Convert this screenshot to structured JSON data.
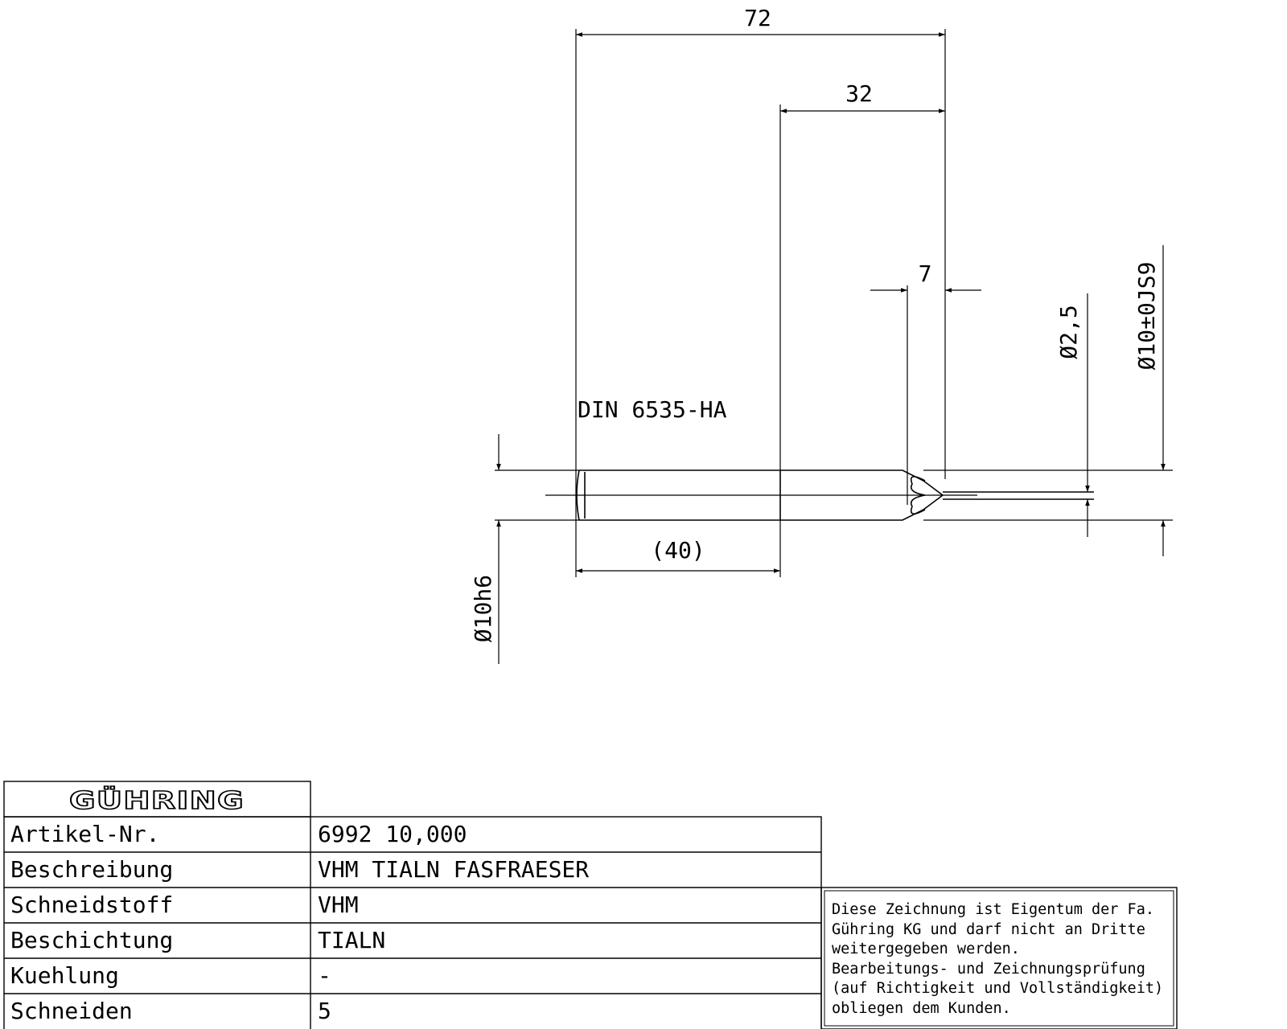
{
  "dimensions": {
    "overall_length": "72",
    "cutting_length": "32",
    "tip_length": "7",
    "shank_length": "(40)",
    "tip_diameter": "Ø2,5",
    "cutting_diameter": "Ø10±0JS9",
    "shank_diameter": "Ø10h6"
  },
  "shank_standard": "DIN 6535-HA",
  "title_block": {
    "logo_text": "GÜHRING",
    "rows": [
      {
        "label": "Artikel-Nr.",
        "value": "6992 10,000"
      },
      {
        "label": "Beschreibung",
        "value": "VHM TIALN FASFRAESER"
      },
      {
        "label": "Schneidstoff",
        "value": "VHM"
      },
      {
        "label": "Beschichtung",
        "value": "TIALN"
      },
      {
        "label": "Kuehlung",
        "value": "-"
      },
      {
        "label": "Schneiden",
        "value": "5"
      }
    ]
  },
  "notice": {
    "lines": [
      "Diese Zeichnung ist Eigentum der Fa.",
      "Gühring KG und darf nicht an Dritte",
      "weitergegeben werden.",
      "Bearbeitungs- und Zeichnungsprüfung",
      "(auf Richtigkeit und Vollständigkeit)",
      "obliegen dem Kunden."
    ]
  }
}
